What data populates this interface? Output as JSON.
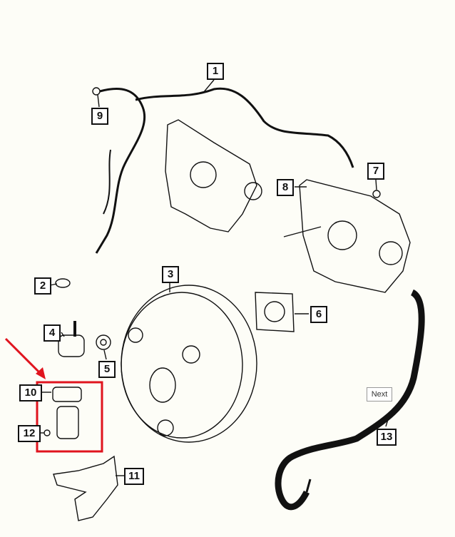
{
  "diagram": {
    "callouts": [
      "1",
      "2",
      "3",
      "4",
      "5",
      "6",
      "7",
      "8",
      "9",
      "10",
      "11",
      "12",
      "13"
    ],
    "highlight_color": "#e0141e",
    "next_label": "Next"
  }
}
